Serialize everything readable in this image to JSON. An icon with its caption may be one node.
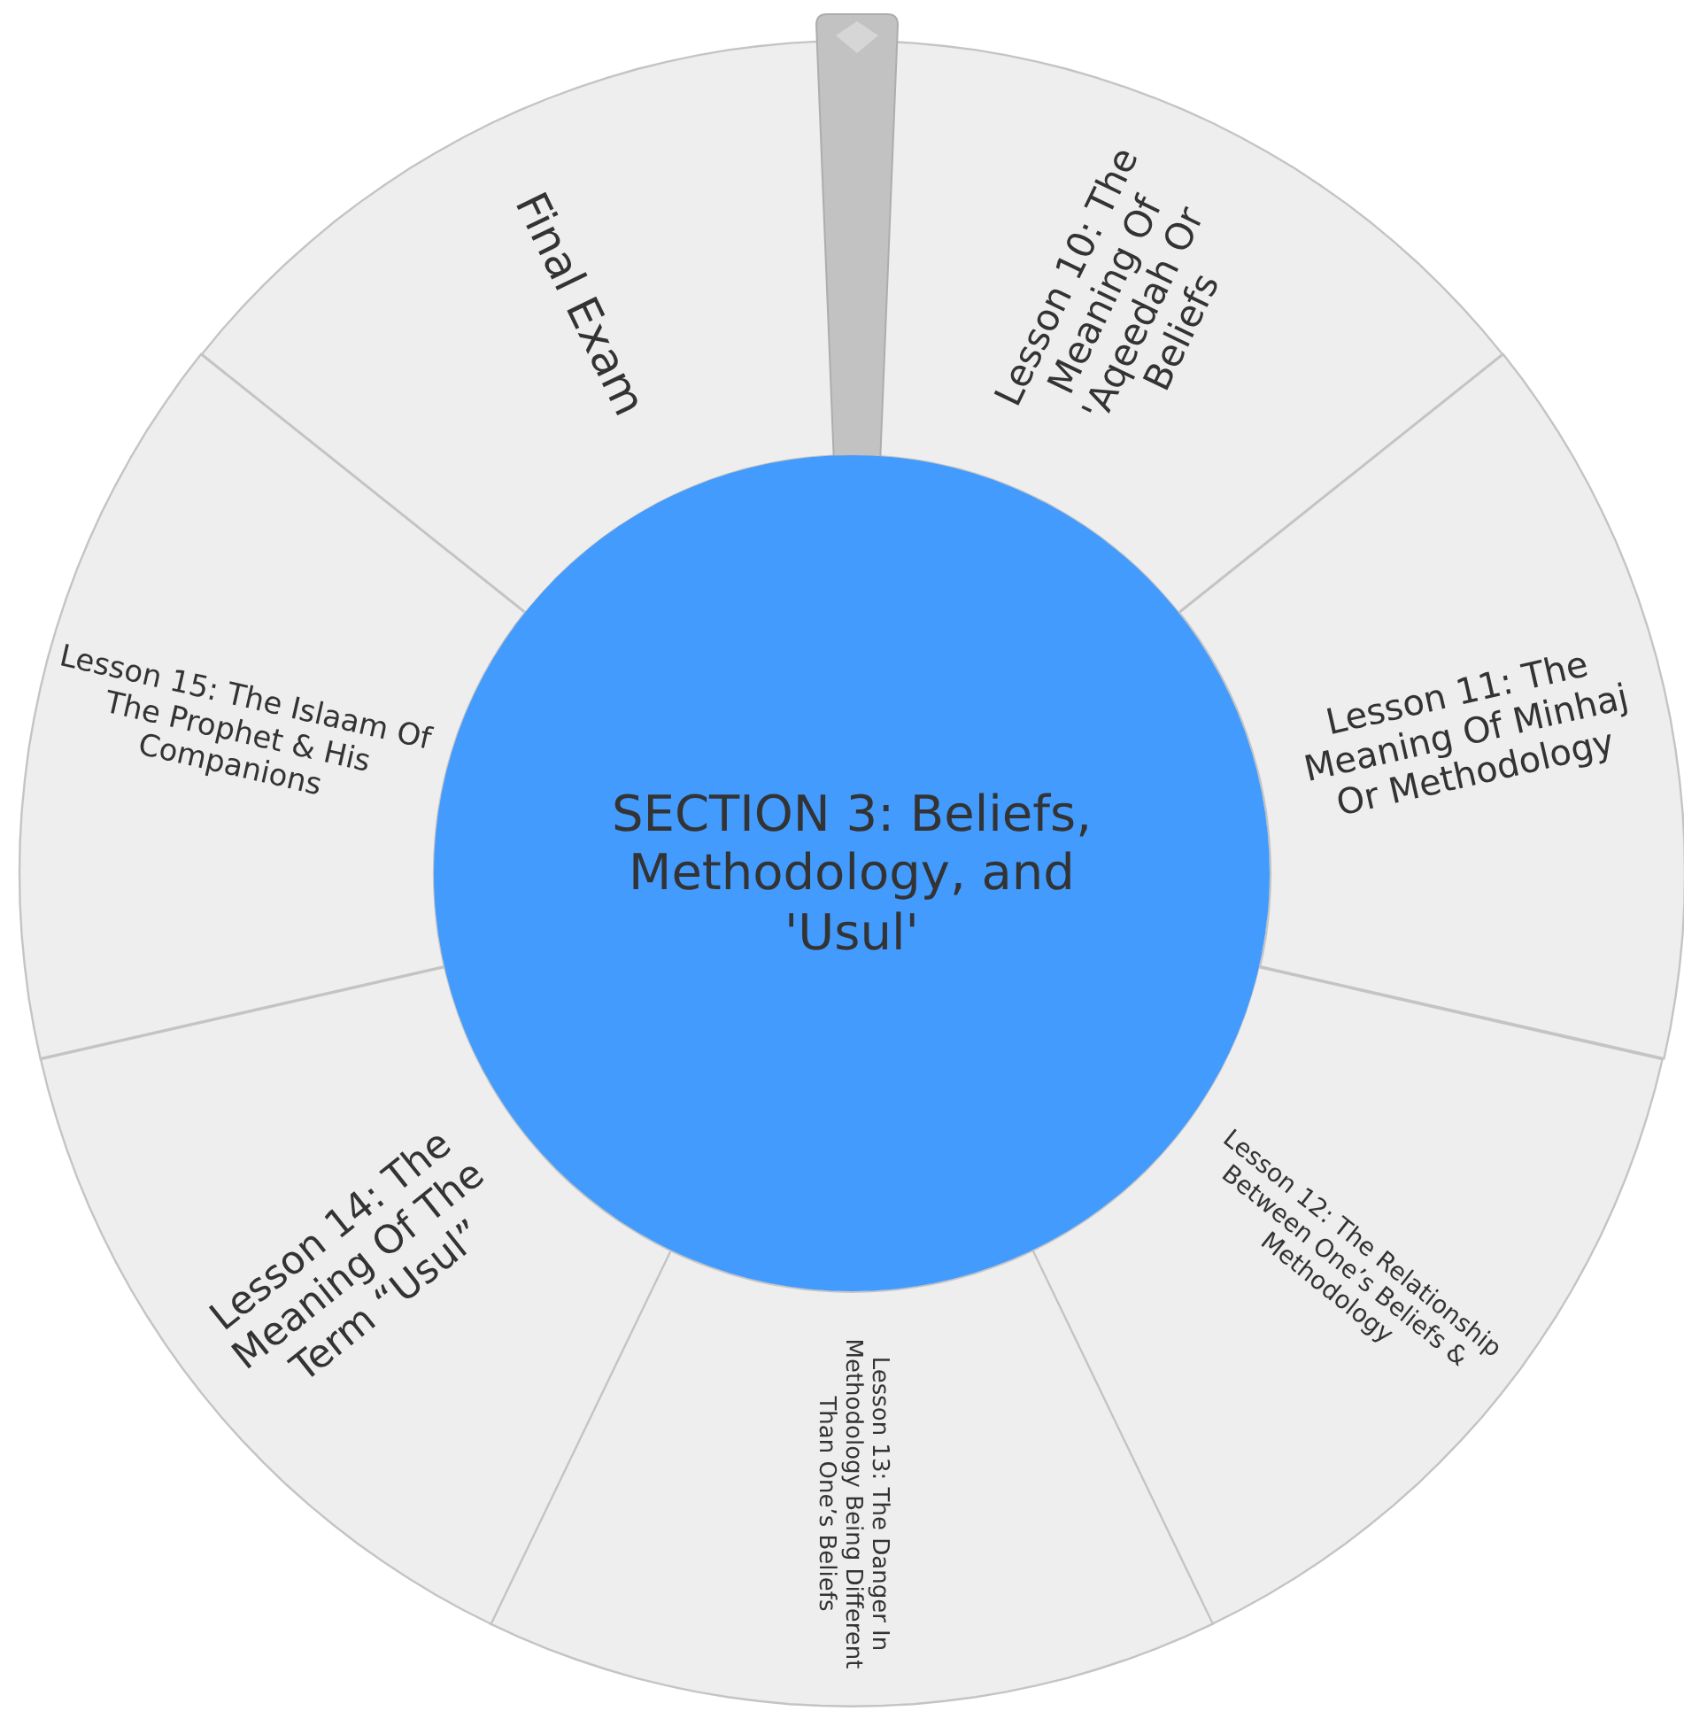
{
  "diagram": {
    "nodes": [
      {
        "text": [
          "SECTION 3: Beliefs, Methodology, and 'Usul'"
        ]
      },
      {
        "text": [
          "Lesson 10: The Meaning Of 'Aqeedah Or Beliefs"
        ]
      },
      {
        "text": [
          "Lesson 11: The Meaning Of Minhaj Or Methodology"
        ]
      },
      {
        "text": [
          "Lesson 12: The Relationship Between One’s Beliefs & Methodology"
        ]
      },
      {
        "text": [
          "Lesson 13: The Danger In Methodology Being Different Than One’s Beliefs"
        ]
      },
      {
        "text": [
          "Lesson 14: The Meaning Of The Term “Usul”"
        ]
      },
      {
        "text": [
          "Lesson 15: The Islaam Of The Prophet & His Companions"
        ]
      },
      {
        "text": [
          "Final Exam"
        ]
      }
    ]
  }
}
